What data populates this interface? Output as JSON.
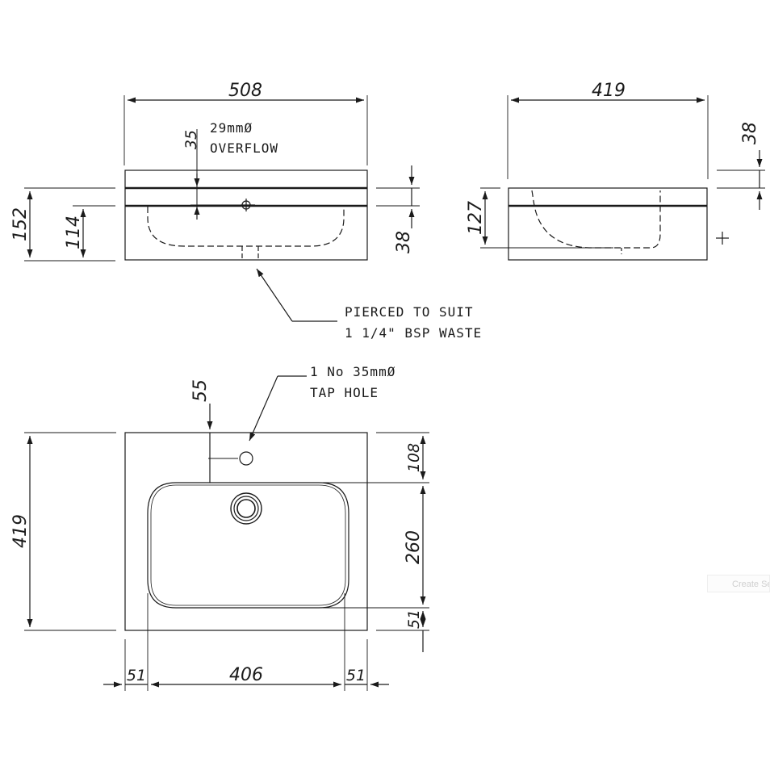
{
  "front_view": {
    "width": "508",
    "overflow_offset": "35",
    "overflow_label_1": "29mmØ",
    "overflow_label_2": "OVERFLOW",
    "height_total": "152",
    "height_bowl": "114",
    "rim_thickness": "38"
  },
  "side_view": {
    "depth": "419",
    "top_thickness": "38",
    "height": "127"
  },
  "waste_note": {
    "line_1": "PIERCED TO SUIT",
    "line_2": "1 1/4\" BSP WASTE"
  },
  "plan_view": {
    "tap_offset": "55",
    "tap_label_1": "1 No 35mmØ",
    "tap_label_2": "TAP HOLE",
    "depth": "419",
    "back_margin": "108",
    "bowl_depth": "260",
    "front_margin": "51",
    "left_margin": "51",
    "bowl_width": "406",
    "right_margin": "51"
  },
  "watermark": "Create Se"
}
